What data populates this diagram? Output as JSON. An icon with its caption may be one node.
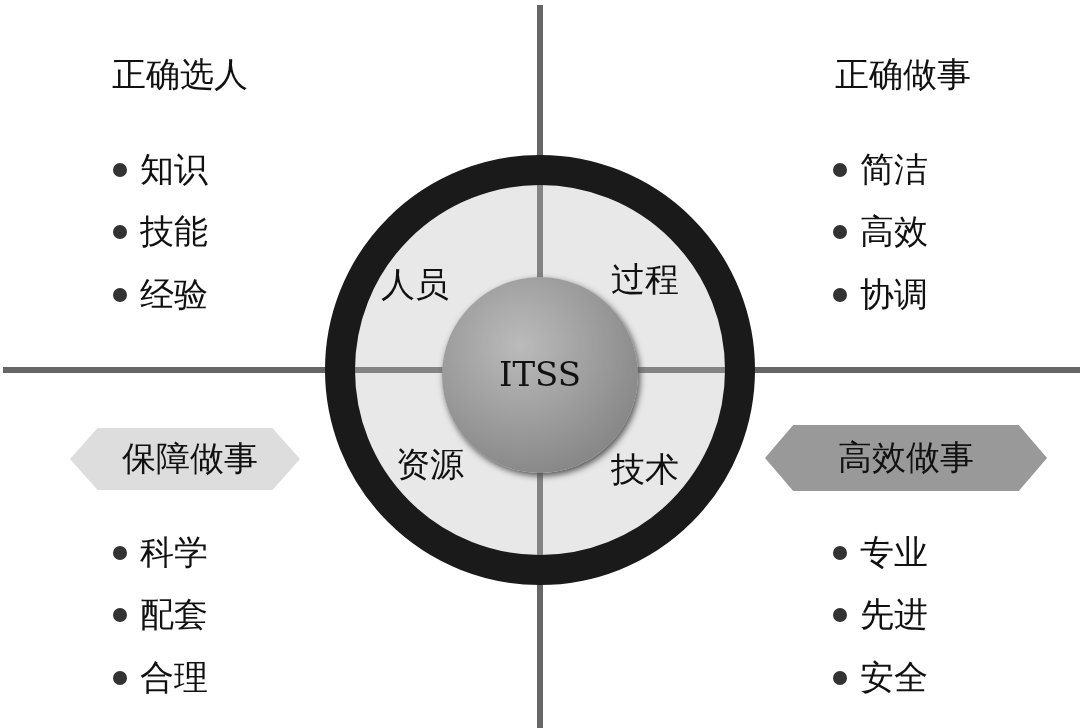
{
  "diagram": {
    "nodes": [
      {
        "text": [
          "人员",
          "过程",
          "资源",
          "技术"
        ]
      },
      {
        "text": [
          "ITSS"
        ],
        "in": 0
      },
      {
        "text": [
          "保障做事"
        ]
      },
      {
        "text": [
          "高效做事"
        ]
      }
    ],
    "edges": [],
    "labels": [
      "正确选人",
      "正确做事",
      "知识",
      "技能",
      "经验",
      "简洁",
      "高效",
      "协调",
      "科学",
      "配套",
      "合理",
      "专业",
      "先进",
      "安全"
    ]
  }
}
